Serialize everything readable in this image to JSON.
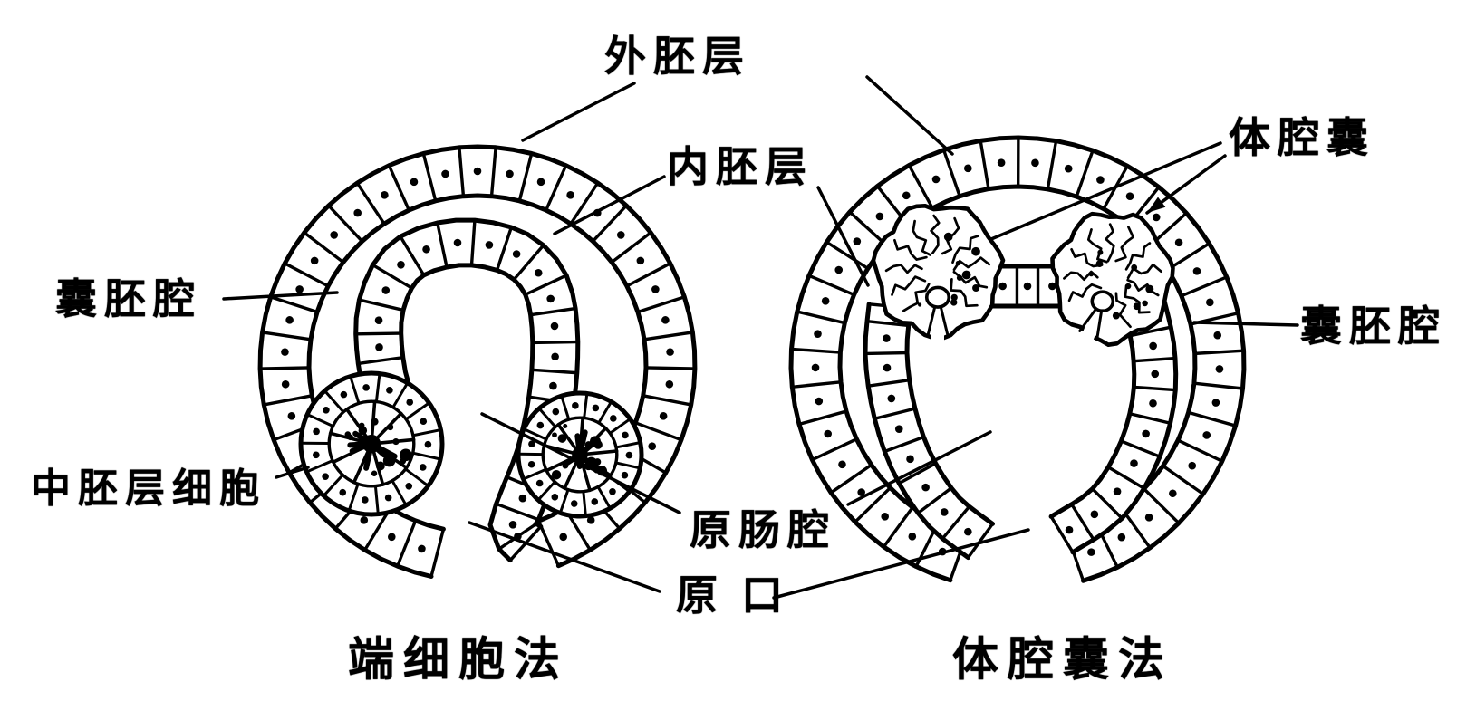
{
  "figure": {
    "background": "#ffffff",
    "ink": "#000000",
    "labels": {
      "ectoderm": "外胚层",
      "endoderm": "内胚层",
      "coelomic_sac": "体腔囊",
      "blastocoel_left": "囊胚腔",
      "blastocoel_right": "囊胚腔",
      "mesoderm_cells": "中胚层细胞",
      "archenteron": "原肠腔",
      "blastopore": "原口"
    },
    "captions": {
      "left_method": "端细胞法",
      "right_method": "体腔囊法"
    }
  }
}
